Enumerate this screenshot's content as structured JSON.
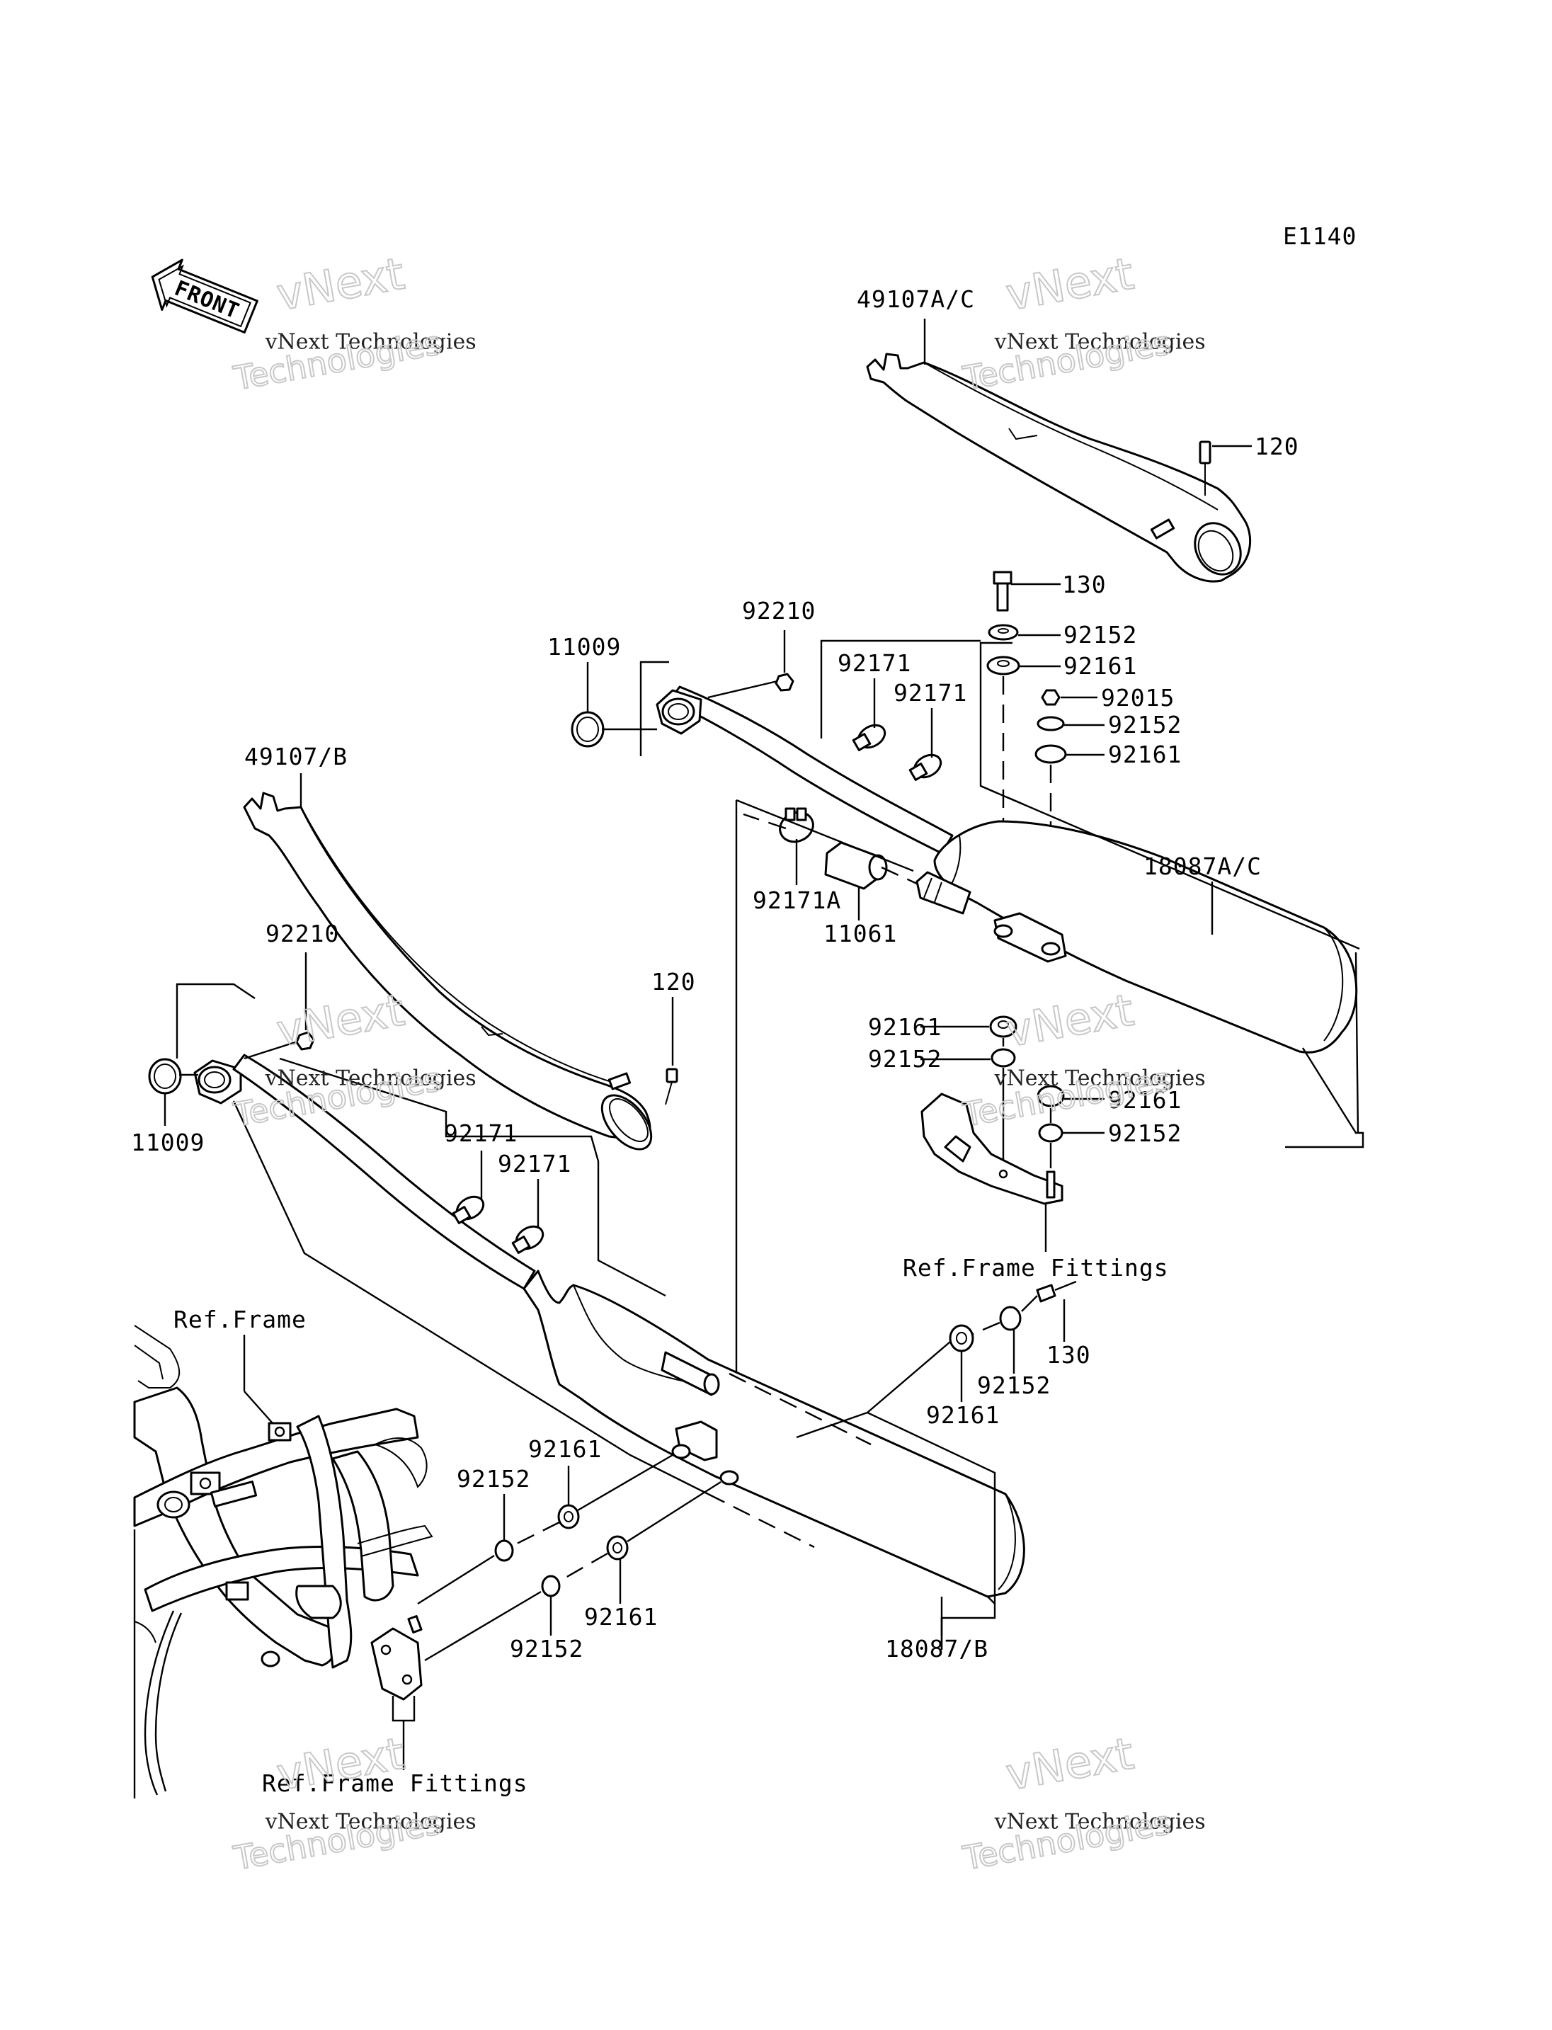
{
  "diagram": {
    "code": "E1140",
    "front_label": "FRONT",
    "watermark": {
      "line1": "vNext",
      "line2": "vNext Technologies",
      "line3": "Technologies"
    },
    "labels": {
      "p49107ac": "49107A/C",
      "p120_top": "120",
      "p130_top": "130",
      "p92152_top": "92152",
      "p92161_top": "92161",
      "p92015": "92015",
      "p92152_mid": "92152",
      "p92161_mid": "92161",
      "p92210_top": "92210",
      "p11009_top": "11009",
      "p92171_a": "92171",
      "p92171_b": "92171",
      "p18087ac": "18087A/C",
      "p92171a": "92171A",
      "p11061": "11061",
      "p49107b": "49107/B",
      "p92210_left": "92210",
      "p120_left": "120",
      "p11009_left": "11009",
      "p92161_r1": "92161",
      "p92152_r1": "92152",
      "p92161_r2": "92161",
      "p92152_r2": "92152",
      "ref_frame_fittings_right": "Ref.Frame Fittings",
      "p92171_c": "92171",
      "p92171_d": "92171",
      "ref_frame": "Ref.Frame",
      "p130_bottom": "130",
      "p92152_br": "92152",
      "p92161_br": "92161",
      "p92161_bl1": "92161",
      "p92152_bl1": "92152",
      "p92161_bl2": "92161",
      "p92152_bl2": "92152",
      "p18087b": "18087/B",
      "ref_frame_fittings_bottom": "Ref.Frame Fittings"
    }
  }
}
